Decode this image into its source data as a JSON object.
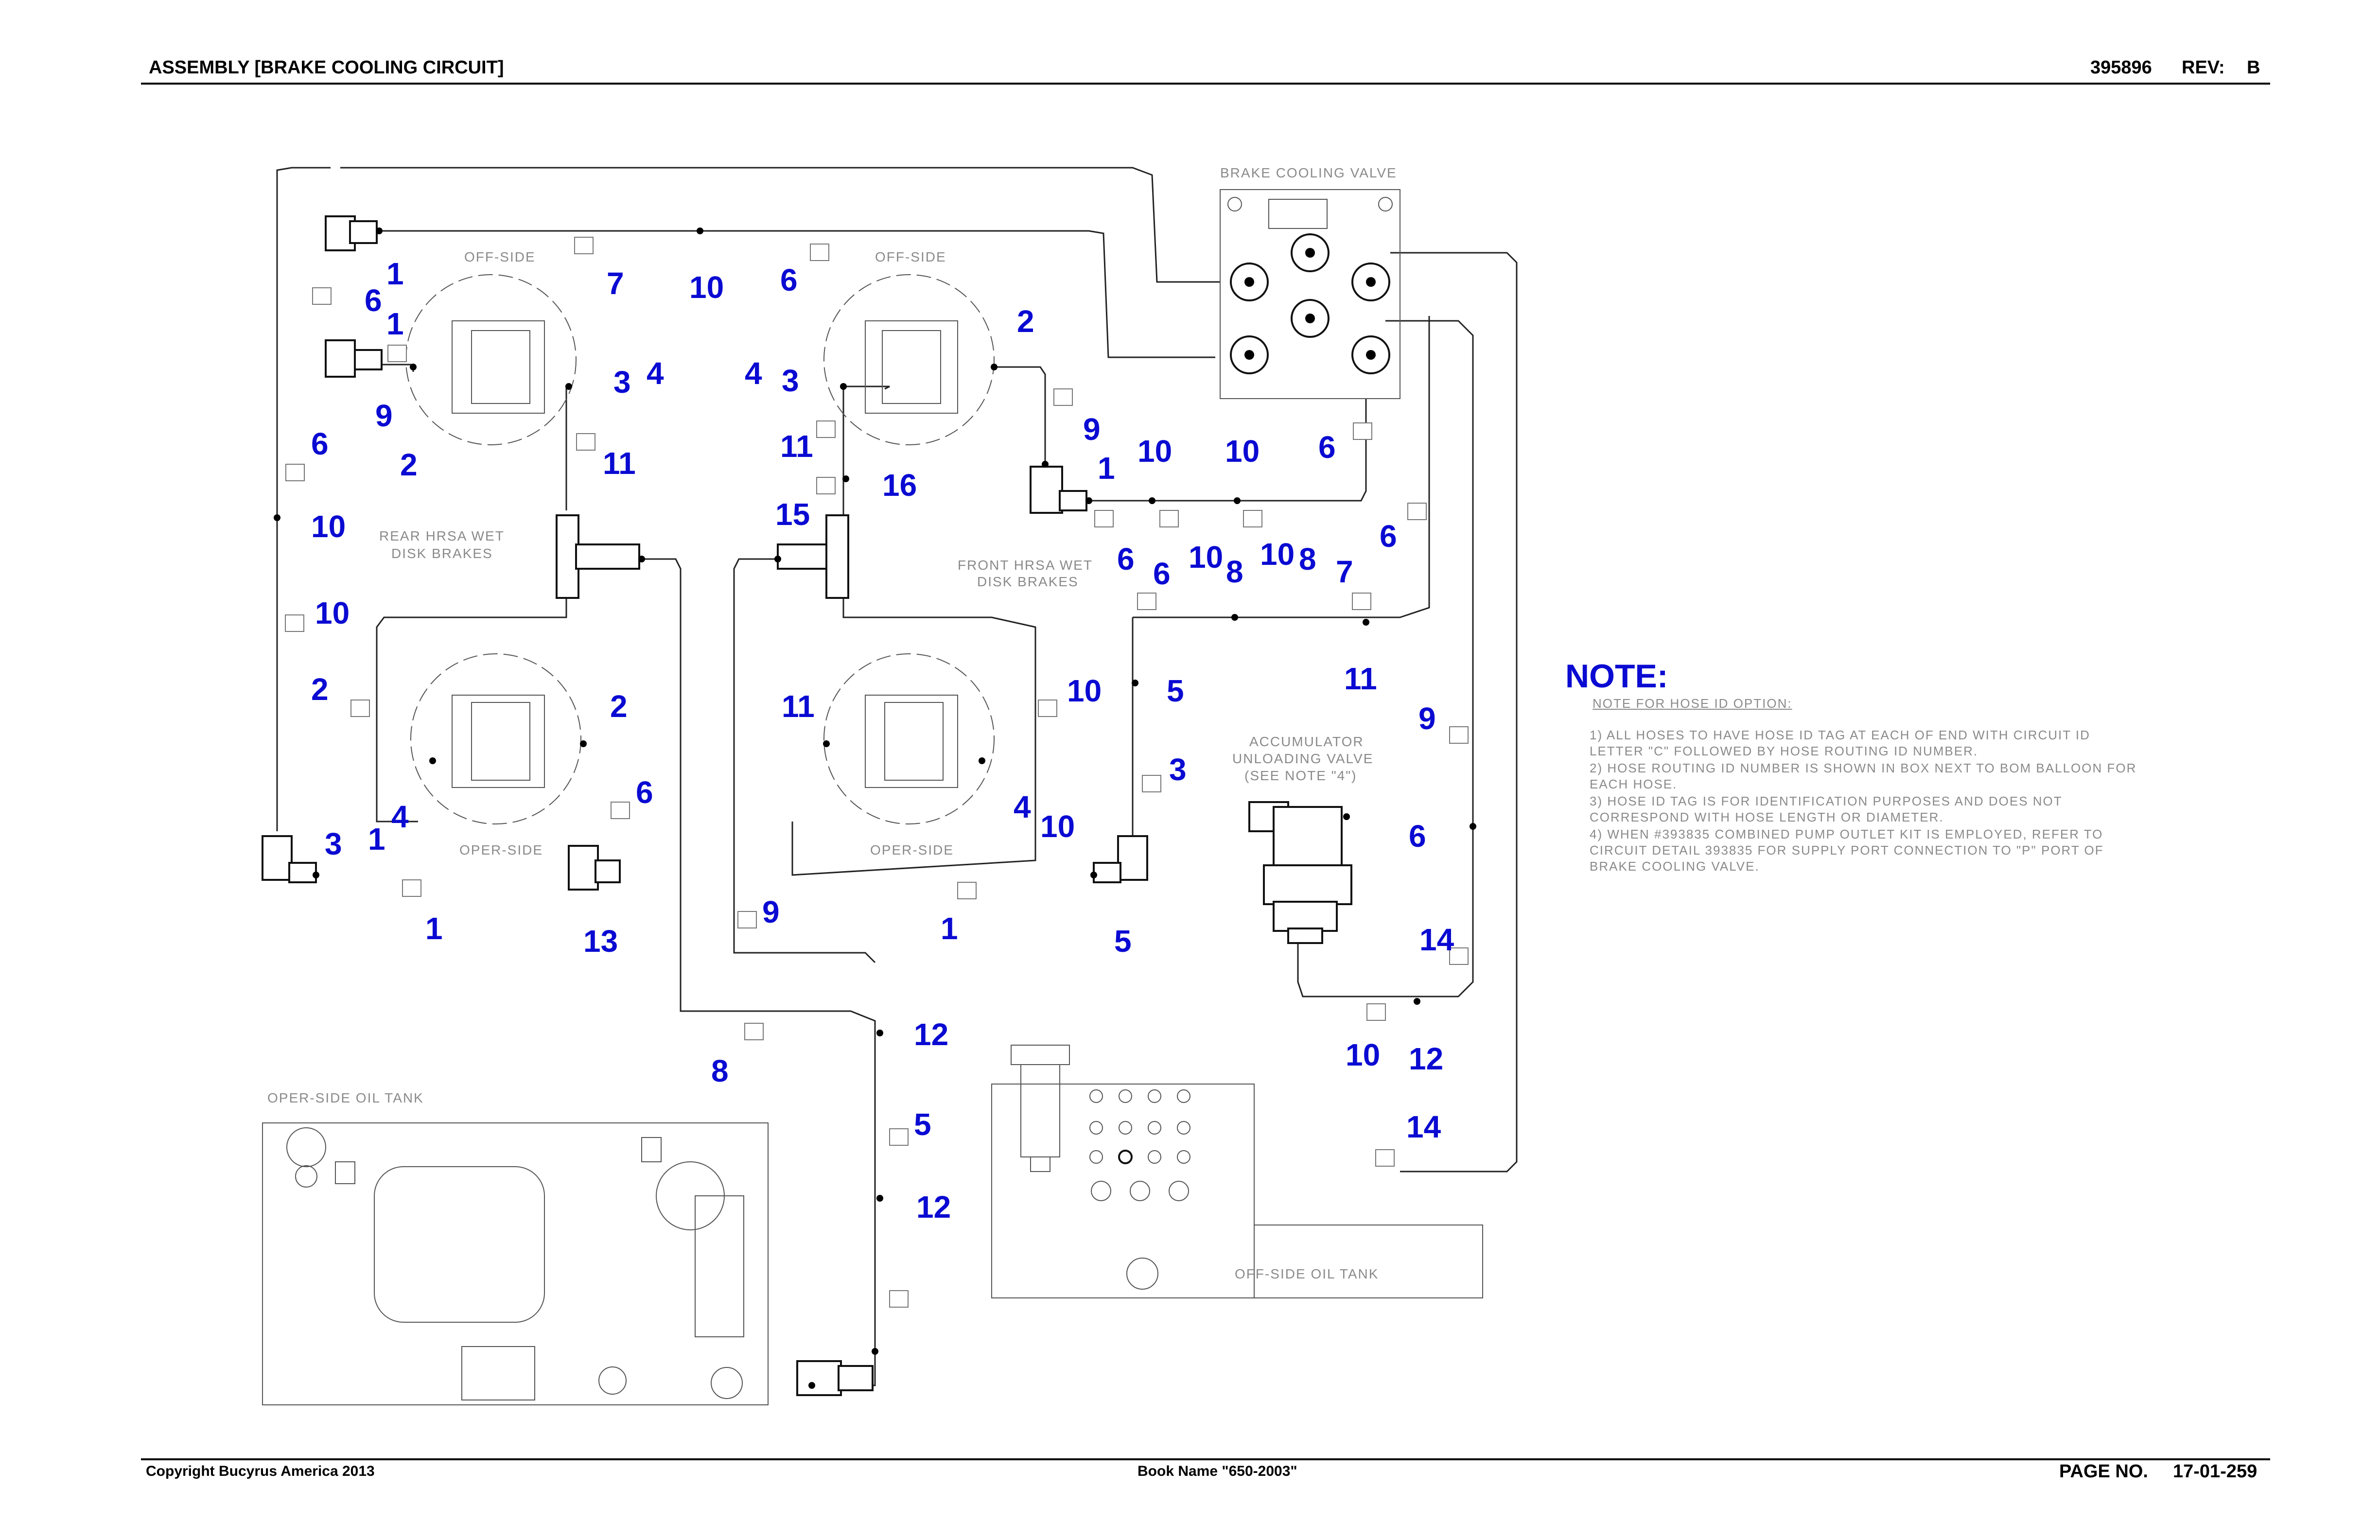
{
  "header": {
    "title": "ASSEMBLY [BRAKE COOLING CIRCUIT]",
    "doc_number": "395896",
    "rev_label": "REV:",
    "rev_value": "B"
  },
  "footer": {
    "copyright": "Copyright Bucyrus America 2013",
    "book_name": "Book Name \"650-2003\"",
    "page_label": "PAGE NO.",
    "page_number": "17-01-259"
  },
  "labels": {
    "brake_cooling_valve": "BRAKE COOLING VALVE",
    "off_side_left": "OFF-SIDE",
    "off_side_right": "OFF-SIDE",
    "rear_brakes_1": "REAR HRSA WET",
    "rear_brakes_2": "DISK BRAKES",
    "front_brakes_1": "FRONT HRSA WET",
    "front_brakes_2": "DISK BRAKES",
    "oper_side_left": "OPER-SIDE",
    "oper_side_right": "OPER-SIDE",
    "accumulator_1": "ACCUMULATOR",
    "accumulator_2": "UNLOADING VALVE",
    "accumulator_3": "(SEE NOTE \"4\")",
    "oper_side_tank": "OPER-SIDE OIL TANK",
    "off_side_tank": "OFF-SIDE OIL TANK"
  },
  "notes": {
    "title": "NOTE:",
    "subtitle": "NOTE FOR HOSE ID OPTION:",
    "items": [
      "1) ALL HOSES TO HAVE HOSE ID TAG AT EACH OF END WITH CIRCUIT ID LETTER \"C\" FOLLOWED BY HOSE ROUTING ID NUMBER.",
      "2) HOSE ROUTING ID NUMBER IS SHOWN IN BOX NEXT TO BOM BALLOON FOR EACH HOSE.",
      "3) HOSE ID TAG IS FOR IDENTIFICATION PURPOSES AND DOES NOT CORRESPOND WITH HOSE LENGTH OR DIAMETER.",
      "4) WHEN #393835 COMBINED PUMP OUTLET KIT IS EMPLOYED, REFER TO CIRCUIT DETAIL 393835 FOR SUPPLY PORT CONNECTION TO \"P\" PORT OF BRAKE COOLING VALVE."
    ]
  },
  "callouts": [
    {
      "id": "c01",
      "text": "1"
    },
    {
      "id": "c02",
      "text": "6"
    },
    {
      "id": "c03",
      "text": "1"
    },
    {
      "id": "c04",
      "text": "7"
    },
    {
      "id": "c05",
      "text": "10"
    },
    {
      "id": "c06",
      "text": "6"
    },
    {
      "id": "c07",
      "text": "2"
    },
    {
      "id": "c08",
      "text": "3"
    },
    {
      "id": "c09",
      "text": "4"
    },
    {
      "id": "c10",
      "text": "4"
    },
    {
      "id": "c11",
      "text": "3"
    },
    {
      "id": "c12",
      "text": "9"
    },
    {
      "id": "c13",
      "text": "6"
    },
    {
      "id": "c14",
      "text": "2"
    },
    {
      "id": "c15",
      "text": "11"
    },
    {
      "id": "c16",
      "text": "11"
    },
    {
      "id": "c17",
      "text": "16"
    },
    {
      "id": "c18",
      "text": "9"
    },
    {
      "id": "c19",
      "text": "1"
    },
    {
      "id": "c20",
      "text": "10"
    },
    {
      "id": "c21",
      "text": "10"
    },
    {
      "id": "c22",
      "text": "6"
    },
    {
      "id": "c23",
      "text": "10"
    },
    {
      "id": "c24",
      "text": "15"
    },
    {
      "id": "c25",
      "text": "6"
    },
    {
      "id": "c26",
      "text": "6"
    },
    {
      "id": "c27",
      "text": "6"
    },
    {
      "id": "c28",
      "text": "10"
    },
    {
      "id": "c29",
      "text": "8"
    },
    {
      "id": "c30",
      "text": "10"
    },
    {
      "id": "c31",
      "text": "8"
    },
    {
      "id": "c32",
      "text": "7"
    },
    {
      "id": "c33",
      "text": "10"
    },
    {
      "id": "c34",
      "text": "11"
    },
    {
      "id": "c35",
      "text": "2"
    },
    {
      "id": "c36",
      "text": "2"
    },
    {
      "id": "c37",
      "text": "11"
    },
    {
      "id": "c38",
      "text": "10"
    },
    {
      "id": "c39",
      "text": "5"
    },
    {
      "id": "c40",
      "text": "9"
    },
    {
      "id": "c41",
      "text": "6"
    },
    {
      "id": "c42",
      "text": "3"
    },
    {
      "id": "c43",
      "text": "4"
    },
    {
      "id": "c44",
      "text": "1"
    },
    {
      "id": "c45",
      "text": "3"
    },
    {
      "id": "c46",
      "text": "4"
    },
    {
      "id": "c47",
      "text": "10"
    },
    {
      "id": "c48",
      "text": "6"
    },
    {
      "id": "c49",
      "text": "1"
    },
    {
      "id": "c50",
      "text": "13"
    },
    {
      "id": "c51",
      "text": "9"
    },
    {
      "id": "c52",
      "text": "1"
    },
    {
      "id": "c53",
      "text": "5"
    },
    {
      "id": "c54",
      "text": "14"
    },
    {
      "id": "c55",
      "text": "12"
    },
    {
      "id": "c56",
      "text": "8"
    },
    {
      "id": "c57",
      "text": "10"
    },
    {
      "id": "c58",
      "text": "12"
    },
    {
      "id": "c59",
      "text": "5"
    },
    {
      "id": "c60",
      "text": "14"
    },
    {
      "id": "c61",
      "text": "12"
    }
  ]
}
